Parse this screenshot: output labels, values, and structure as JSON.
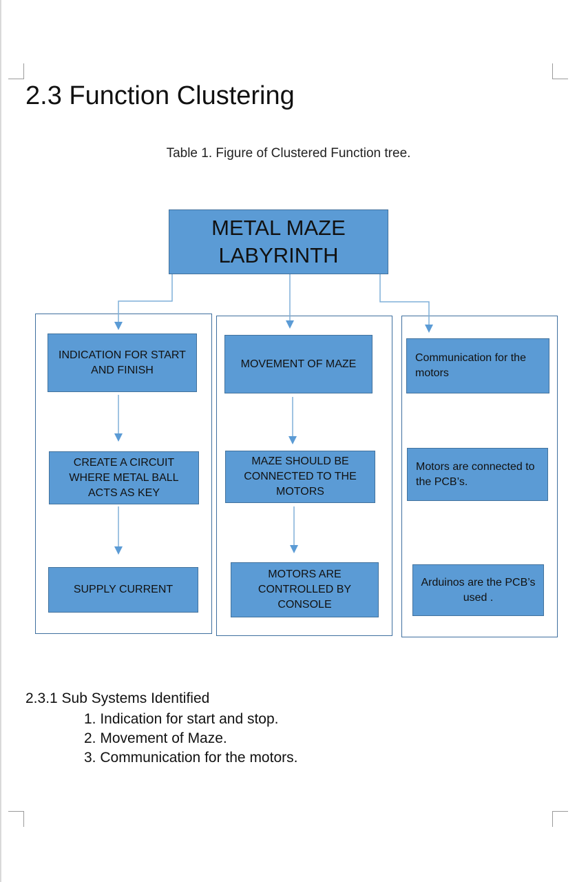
{
  "heading": "2.3 Function Clustering",
  "caption": "Table 1. Figure of Clustered Function tree.",
  "diagram": {
    "root": "METAL MAZE LABYRINTH",
    "columns": [
      {
        "items": [
          "INDICATION FOR START AND FINISH",
          "CREATE A CIRCUIT WHERE METAL BALL ACTS AS KEY",
          "SUPPLY CURRENT"
        ]
      },
      {
        "items": [
          "MOVEMENT OF MAZE",
          "MAZE SHOULD BE CONNECTED TO THE MOTORS",
          "MOTORS ARE CONTROLLED BY CONSOLE"
        ]
      },
      {
        "items": [
          "Communication for the motors",
          "Motors are connected to the PCB’s.",
          "Arduinos are the PCB’s used ."
        ]
      }
    ],
    "colors": {
      "box_fill": "#5b9bd5",
      "box_border": "#41719c",
      "connector": "#5b9bd5",
      "column_border": "#3d6e9e"
    }
  },
  "subsection": {
    "title": "2.3.1 Sub Systems Identified",
    "items": [
      "1. Indication for start and stop.",
      "2. Movement of Maze.",
      "3. Communication for the motors."
    ]
  }
}
